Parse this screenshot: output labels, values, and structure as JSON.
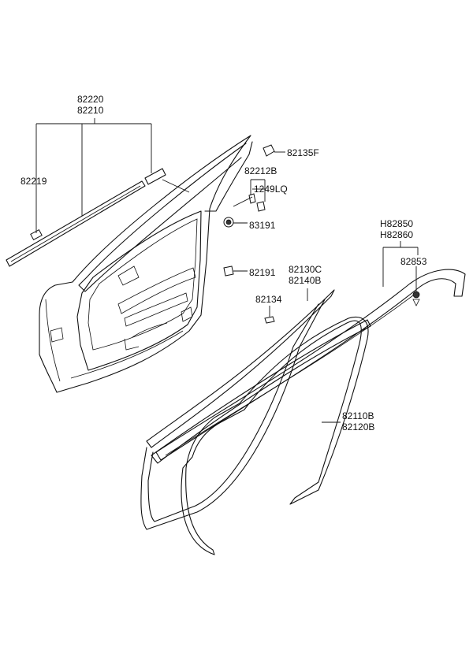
{
  "labels": {
    "p82220": "82220",
    "p82210": "82210",
    "p82219": "82219",
    "p82135F": "82135F",
    "p82212B": "82212B",
    "p1249LQ": "1249LQ",
    "p83191": "83191",
    "p82191": "82191",
    "p82134": "82134",
    "p82130C": "82130C",
    "p82140B": "82140B",
    "pH82850": "H82850",
    "pH82860": "H82860",
    "p82853": "82853",
    "p82110B": "82110B",
    "p82120B": "82120B"
  },
  "colors": {
    "line": "#111111",
    "background": "#ffffff"
  }
}
